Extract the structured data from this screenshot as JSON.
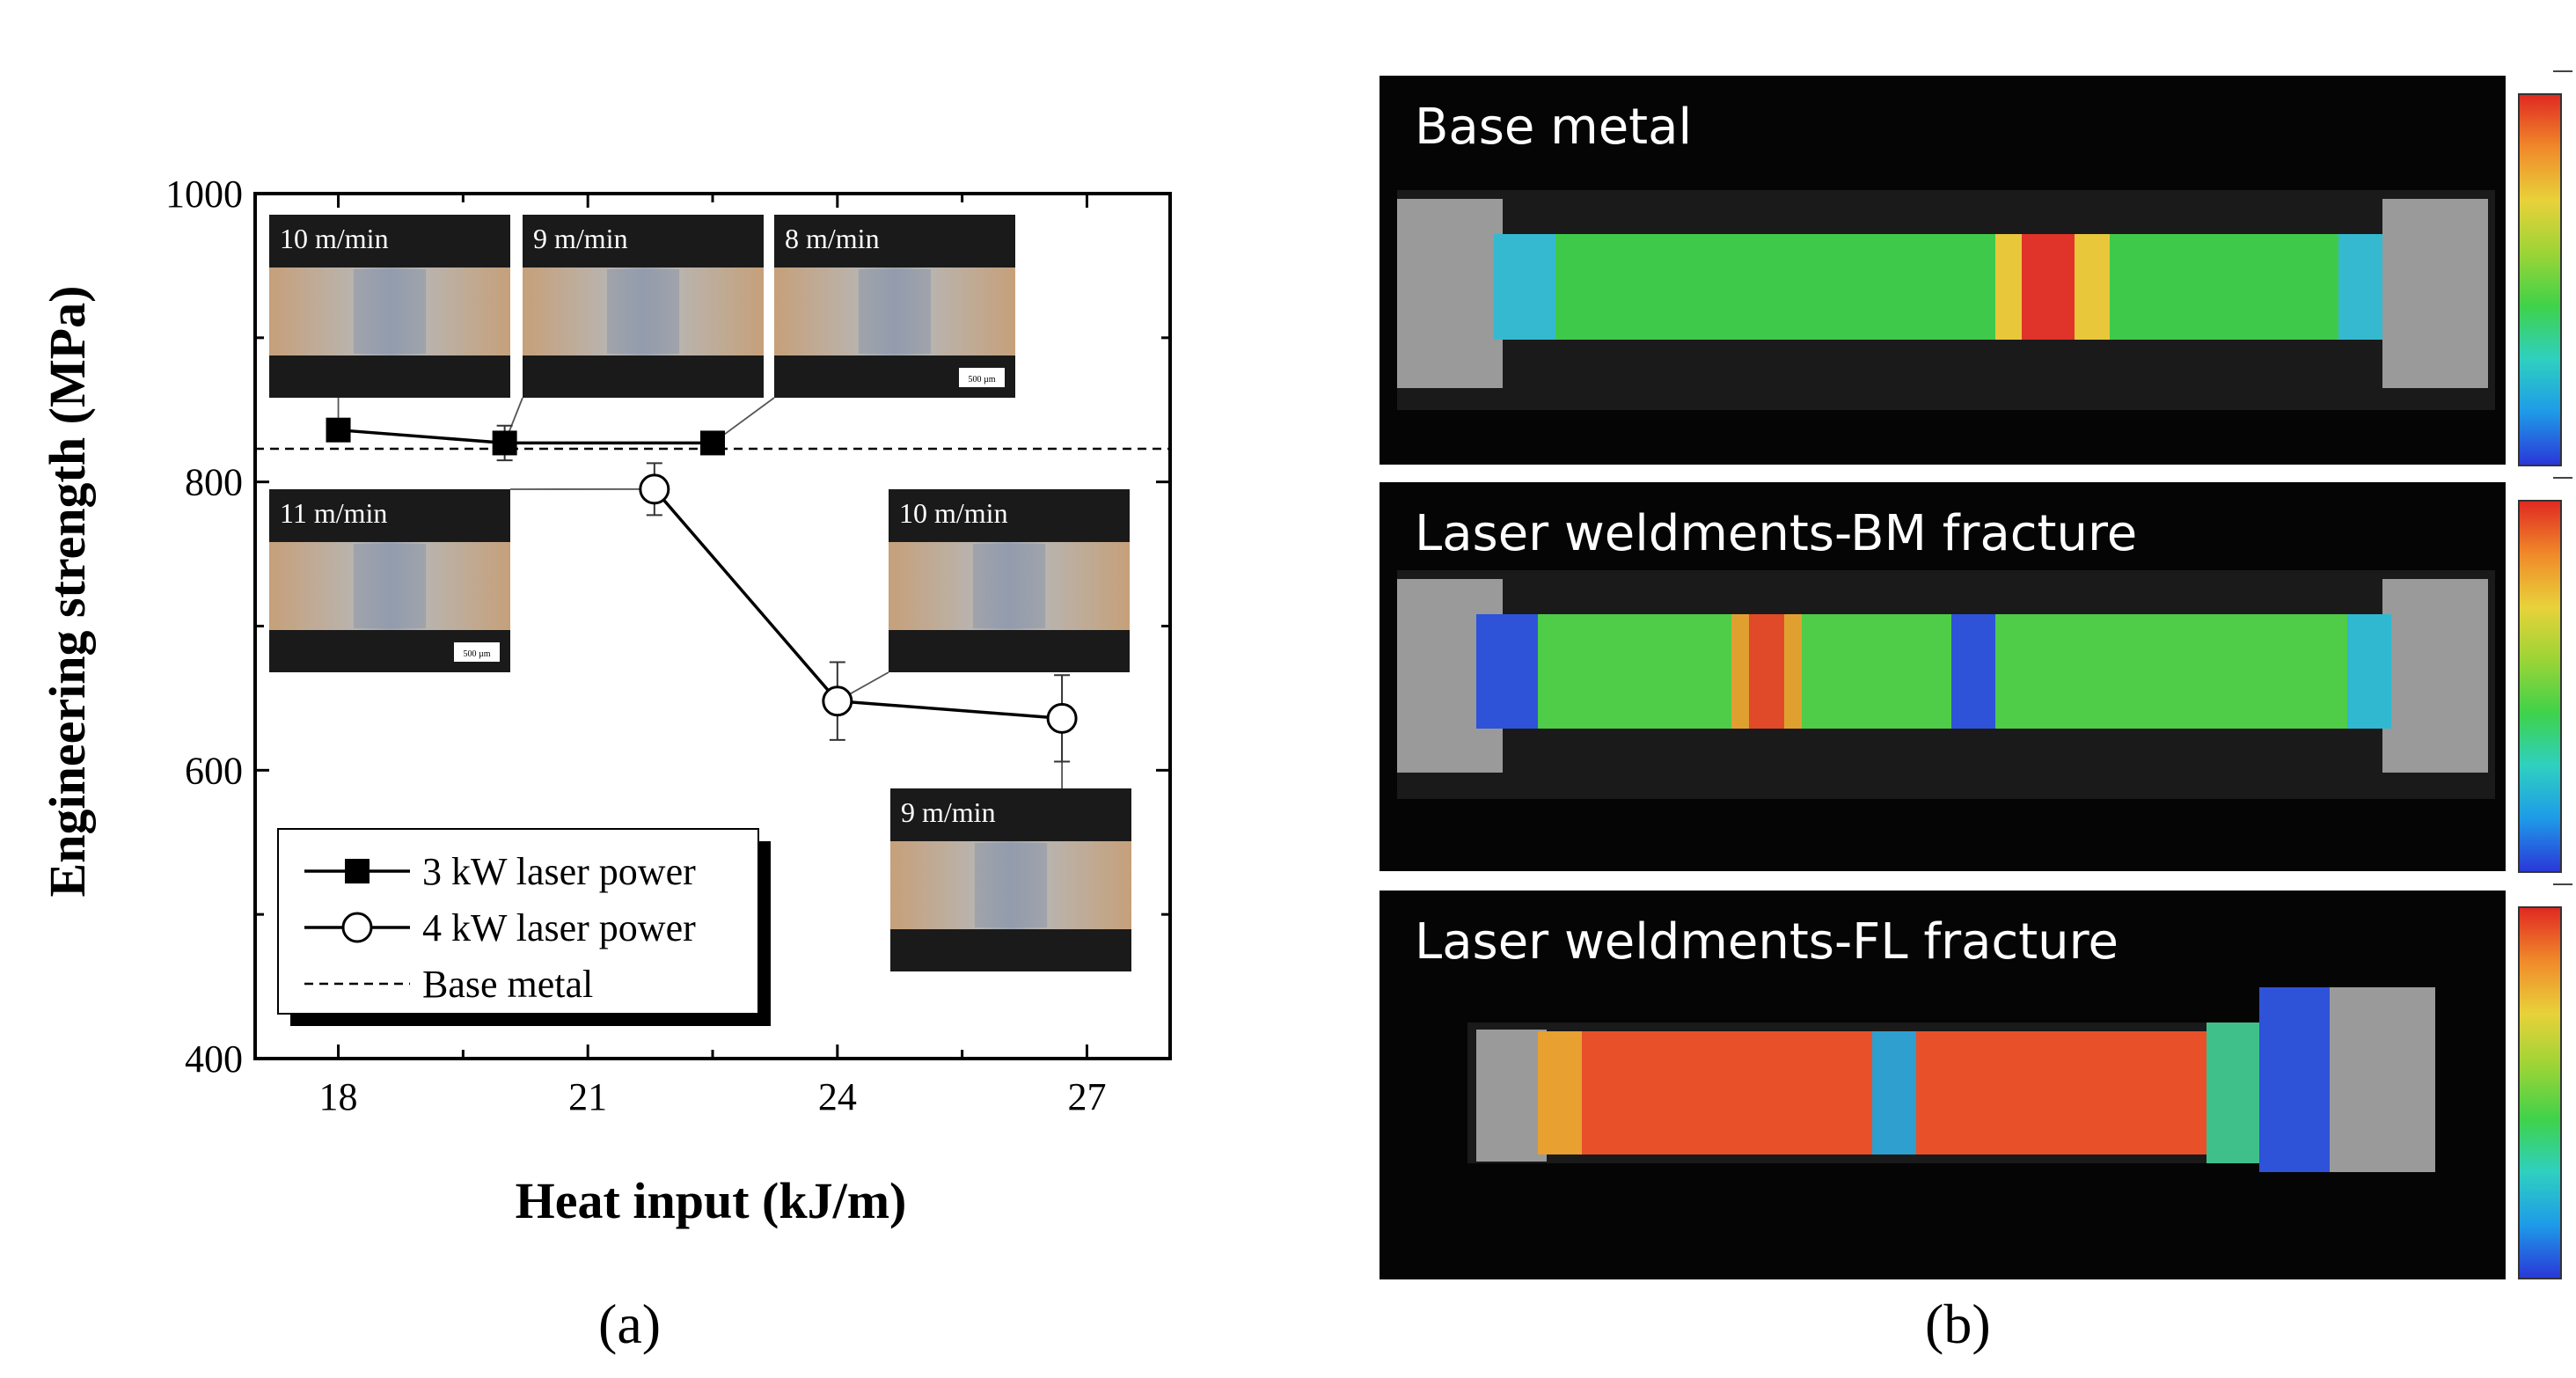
{
  "chart_data": {
    "type": "scatter",
    "xlabel": "Heat input (kJ/m)",
    "ylabel": "Engineering strength (MPa)",
    "xlim": [
      17,
      28
    ],
    "ylim": [
      400,
      1000
    ],
    "xticks": [
      "18",
      "21",
      "24",
      "27"
    ],
    "yticks": [
      "400",
      "600",
      "800",
      "1000"
    ],
    "series": [
      {
        "name": "3 kW laser power",
        "marker": "filled-square",
        "color": "#000000",
        "x": [
          18.0,
          20.0,
          22.5
        ],
        "y": [
          836,
          827,
          827
        ],
        "error": [
          0,
          12,
          0
        ]
      },
      {
        "name": "4 kW laser power",
        "marker": "open-circle",
        "color": "#000000",
        "x": [
          21.8,
          24.0,
          26.7
        ],
        "y": [
          795,
          648,
          636
        ],
        "error": [
          18,
          27,
          30
        ]
      }
    ],
    "reference_line": {
      "name": "Base metal",
      "y": 823,
      "style": "dashed"
    },
    "legend_position": "bottom-left",
    "insets": [
      {
        "label": "10 m/min",
        "scale_label": ""
      },
      {
        "label": "9 m/min",
        "scale_label": ""
      },
      {
        "label": "8 m/min",
        "scale_label": "500 µm"
      },
      {
        "label": "11 m/min",
        "scale_label": "500 µm"
      },
      {
        "label": "10 m/min",
        "scale_label": ""
      },
      {
        "label": "9 m/min",
        "scale_label": ""
      }
    ],
    "panel_label": "(a)"
  },
  "panel_b": {
    "label": "(b)",
    "images": [
      {
        "title": "Base metal"
      },
      {
        "title": "Laser weldments-BM fracture"
      },
      {
        "title": "Laser weldments-FL fracture"
      }
    ],
    "colormap": [
      "#2a38d8",
      "#1e9be8",
      "#2fd0c0",
      "#3fd24a",
      "#9bd436",
      "#e8d23a",
      "#f08a2a",
      "#e02a22"
    ]
  }
}
